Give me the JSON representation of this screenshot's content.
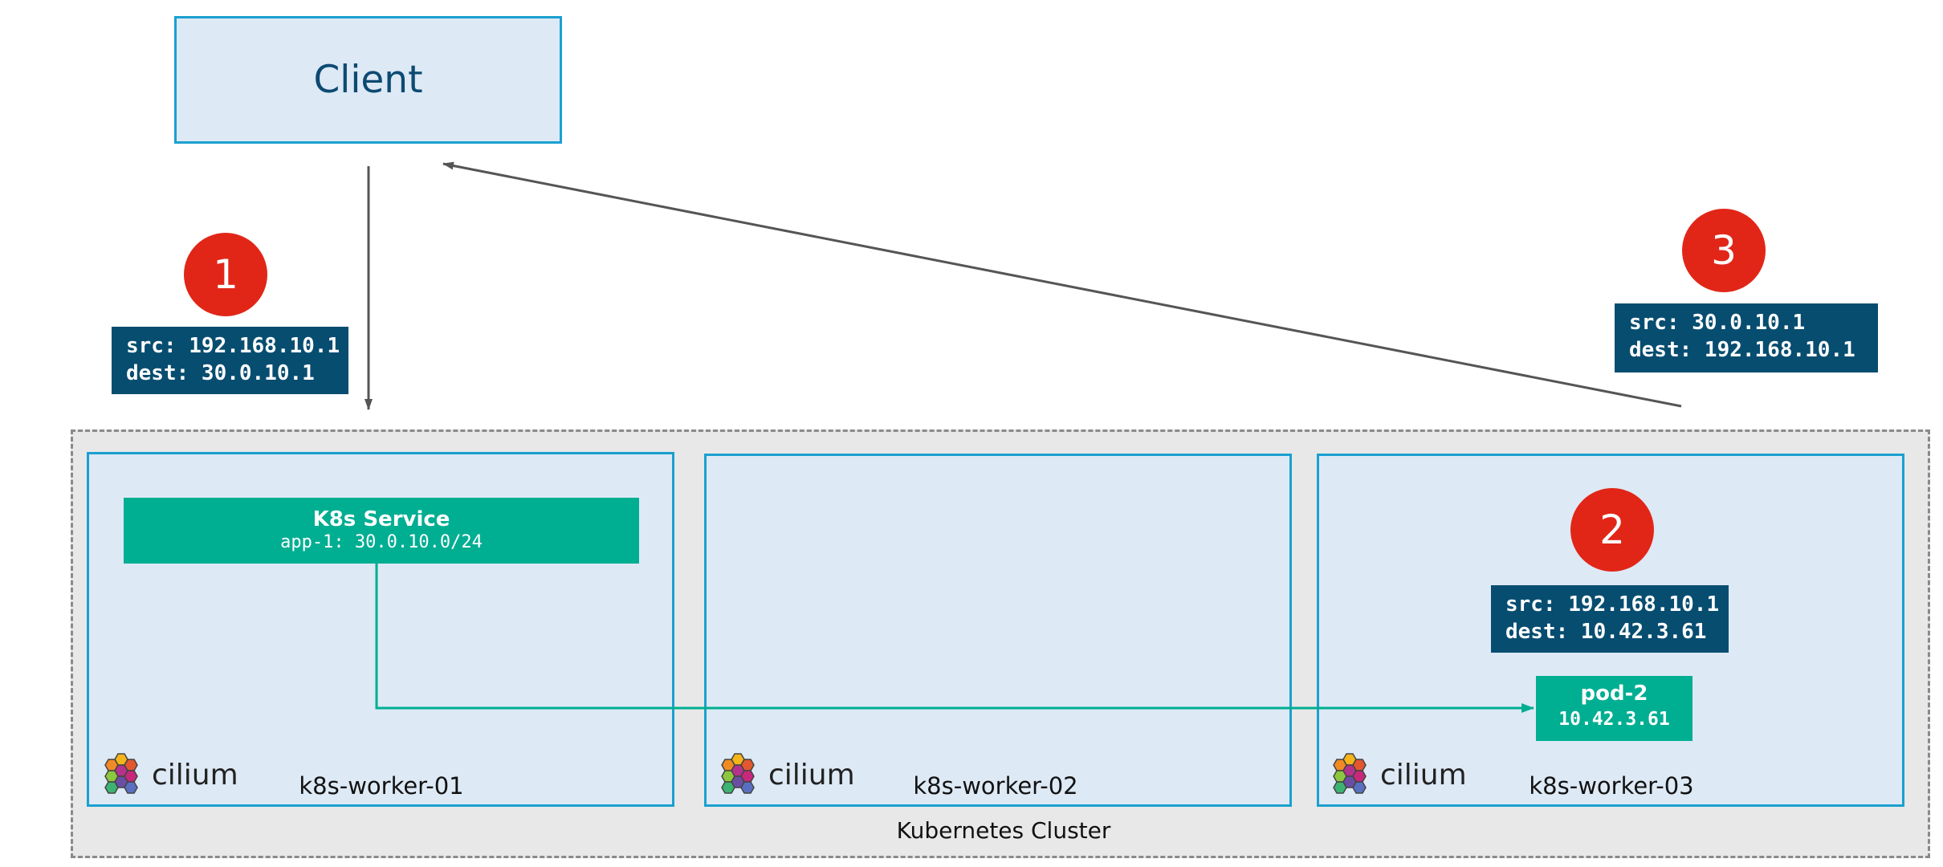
{
  "client": {
    "label": "Client"
  },
  "cluster": {
    "label": "Kubernetes Cluster"
  },
  "workers": [
    {
      "name": "k8s-worker-01",
      "cni": "cilium"
    },
    {
      "name": "k8s-worker-02",
      "cni": "cilium"
    },
    {
      "name": "k8s-worker-03",
      "cni": "cilium"
    }
  ],
  "service": {
    "title": "K8s Service",
    "subtitle": "app-1: 30.0.10.0/24"
  },
  "pod": {
    "name": "pod-2",
    "ip": "10.42.3.61"
  },
  "steps": [
    {
      "number": "1",
      "src": "src: 192.168.10.1",
      "dest": "dest: 30.0.10.1"
    },
    {
      "number": "2",
      "src": "src: 192.168.10.1",
      "dest": "dest: 10.42.3.61"
    },
    {
      "number": "3",
      "src": "src: 30.0.10.1",
      "dest": "dest: 192.168.10.1"
    }
  ],
  "colors": {
    "client_fill": "#dde9f5",
    "border_blue": "#1aa0cf",
    "client_text": "#0c4a72",
    "teal": "#00ae92",
    "packet_box": "#074d70",
    "badge_red": "#e12618",
    "cluster_fill": "#e8e8e8",
    "arrow_gray": "#555555"
  },
  "icons": {
    "cni_logo": "cilium-hexagon-logo-icon"
  }
}
